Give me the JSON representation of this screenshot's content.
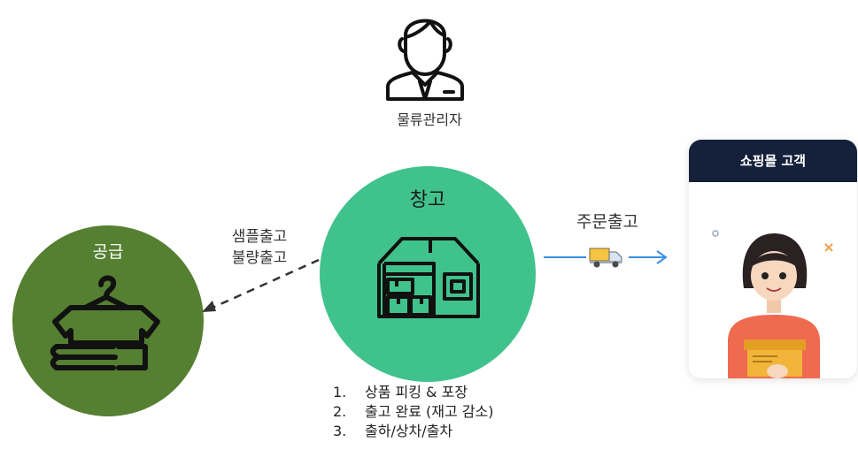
{
  "manager": {
    "label": "물류관리자",
    "icon": "manager-person-icon"
  },
  "supply": {
    "title": "공급",
    "icon": "clothes-hanger-icon",
    "color": "#557f31"
  },
  "warehouse": {
    "title": "창고",
    "icon": "warehouse-icon",
    "color": "#40c28c"
  },
  "outbound_labels": {
    "line1": "샘플출고",
    "line2": "불량출고"
  },
  "order_outbound": {
    "label": "주문출고",
    "icon": "delivery-truck-icon"
  },
  "customer": {
    "title": "쇼핑몰 고객",
    "icon": "customer-with-box-icon",
    "header_color": "#15213a"
  },
  "steps": [
    {
      "num": "1.",
      "text": "상품 피킹 & 포장"
    },
    {
      "num": "2.",
      "text": "출고 완료 (재고 감소)"
    },
    {
      "num": "3.",
      "text": "출하/상차/출차"
    }
  ]
}
